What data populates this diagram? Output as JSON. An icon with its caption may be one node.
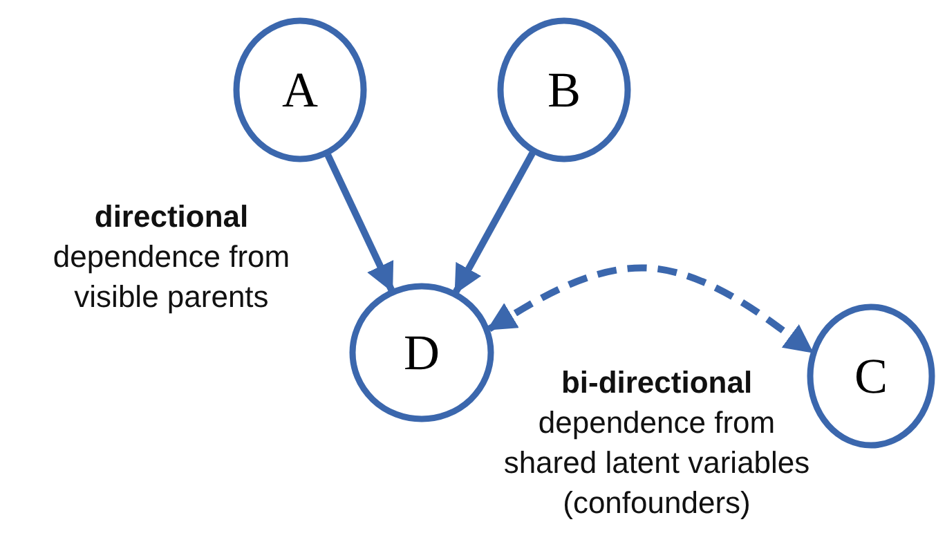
{
  "diagram": {
    "nodes": [
      {
        "text": [
          "A"
        ]
      },
      {
        "text": [
          "B"
        ]
      },
      {
        "text": [
          "D"
        ]
      },
      {
        "text": [
          "C"
        ]
      }
    ],
    "edges": [
      {
        "from": 0,
        "to": 2,
        "arrow": "to"
      },
      {
        "from": 1,
        "to": 2,
        "arrow": "to"
      },
      {
        "from": 2,
        "to": 3,
        "arrow": "both",
        "style": "dashed"
      }
    ],
    "labels": [
      "**directional** dependence from visible parents",
      "**bi-directional** dependence from shared latent variables (confounders)"
    ]
  }
}
